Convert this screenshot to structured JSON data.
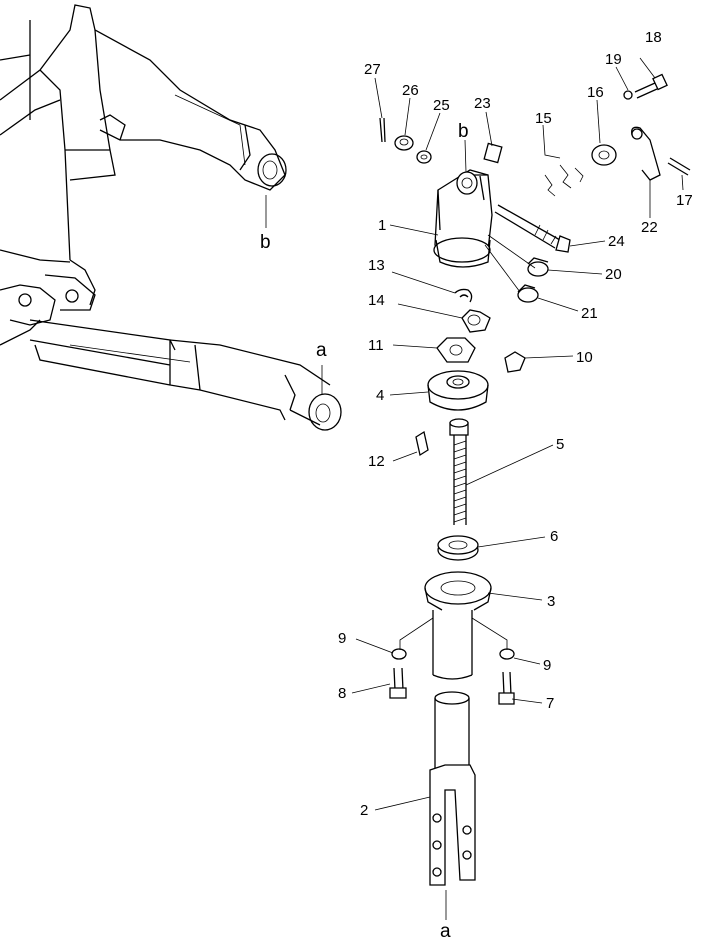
{
  "diagram": {
    "labels": {
      "p1": "1",
      "p2": "2",
      "p3": "3",
      "p4": "4",
      "p5": "5",
      "p6": "6",
      "p7": "7",
      "p8": "8",
      "p9a": "9",
      "p9b": "9",
      "p10": "10",
      "p11": "11",
      "p12": "12",
      "p13": "13",
      "p14": "14",
      "p15": "15",
      "p16": "16",
      "p17": "17",
      "p18": "18",
      "p19": "19",
      "p20": "20",
      "p21": "21",
      "p22": "22",
      "p23": "23",
      "p24": "24",
      "p25": "25",
      "p26": "26",
      "p27": "27",
      "ref_a_left": "a",
      "ref_b_left": "b",
      "ref_b_top": "b",
      "ref_a_bottom": "a"
    }
  }
}
